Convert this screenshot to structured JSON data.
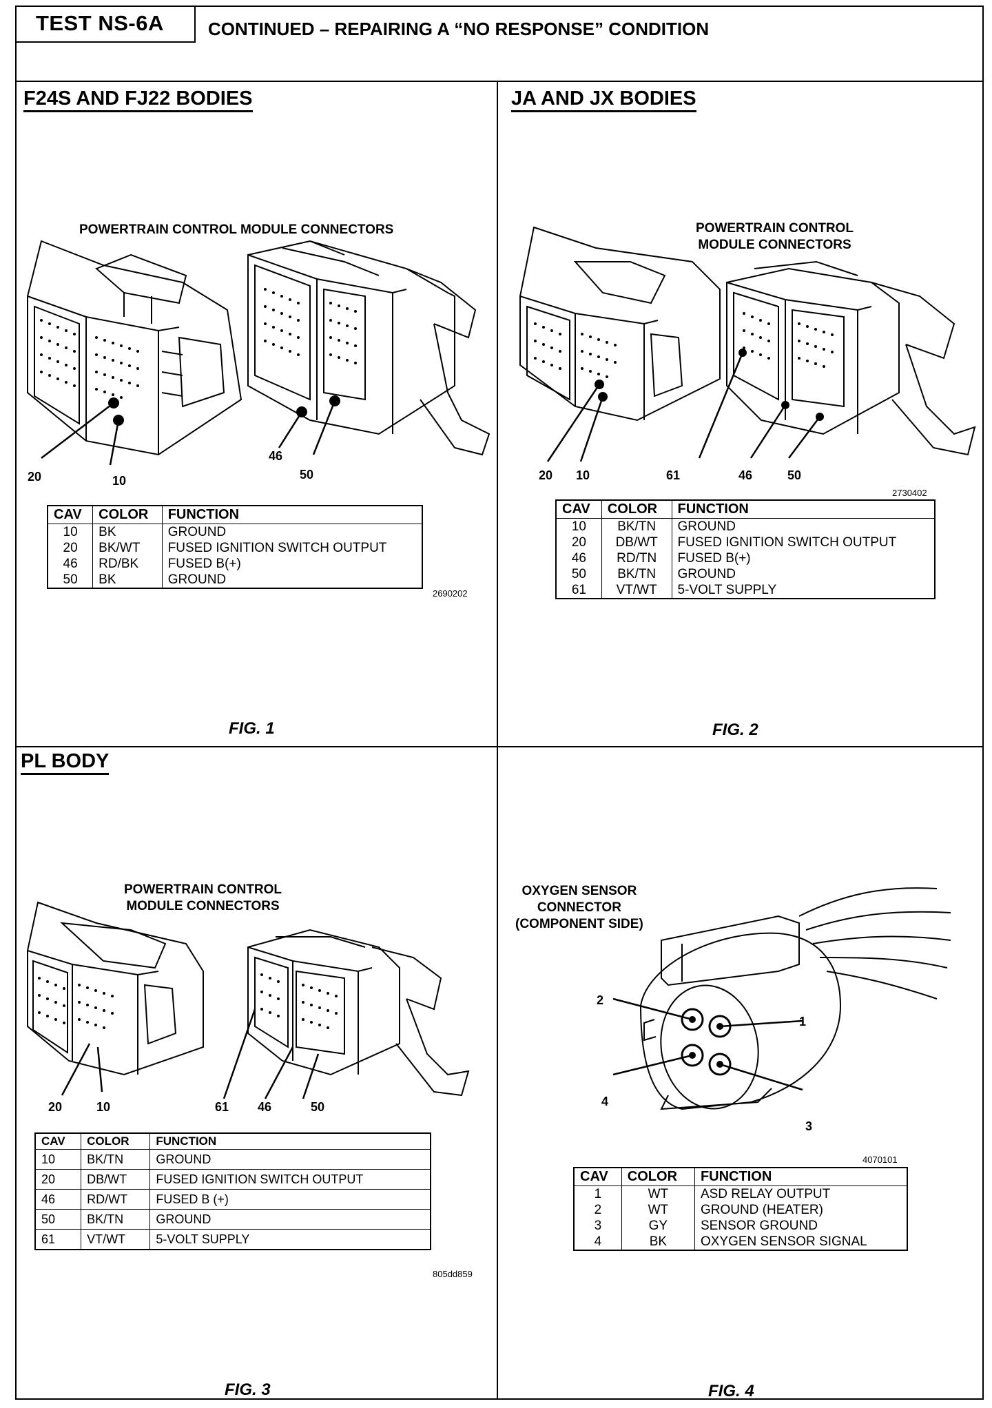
{
  "header": {
    "test_id": "TEST NS-6A",
    "title": "CONTINUED – REPAIRING A “NO RESPONSE” CONDITION"
  },
  "panels": [
    {
      "title": "F24S AND FJ22 BODIES",
      "drawing_label": "POWERTRAIN CONTROL MODULE CONNECTORS",
      "callouts": [
        "20",
        "10",
        "46",
        "50"
      ],
      "drawing_code": "2690202",
      "figure": "FIG. 1",
      "table": {
        "headers": [
          "CAV",
          "COLOR",
          "FUNCTION"
        ],
        "rows": [
          [
            "10",
            "BK",
            "GROUND"
          ],
          [
            "20",
            "BK/WT",
            "FUSED IGNITION SWITCH OUTPUT"
          ],
          [
            "46",
            "RD/BK",
            "FUSED B(+)"
          ],
          [
            "50",
            "BK",
            "GROUND"
          ]
        ]
      }
    },
    {
      "title": "JA AND JX BODIES",
      "drawing_label_line1": "POWERTRAIN CONTROL",
      "drawing_label_line2": "MODULE CONNECTORS",
      "callouts": [
        "20",
        "10",
        "61",
        "46",
        "50"
      ],
      "drawing_code": "2730402",
      "figure": "FIG. 2",
      "table": {
        "headers": [
          "CAV",
          "COLOR",
          "FUNCTION"
        ],
        "rows": [
          [
            "10",
            "BK/TN",
            "GROUND"
          ],
          [
            "20",
            "DB/WT",
            "FUSED IGNITION SWITCH OUTPUT"
          ],
          [
            "46",
            "RD/TN",
            "FUSED B(+)"
          ],
          [
            "50",
            "BK/TN",
            "GROUND"
          ],
          [
            "61",
            "VT/WT",
            "5-VOLT SUPPLY"
          ]
        ]
      }
    },
    {
      "title": "PL BODY",
      "drawing_label_line1": "POWERTRAIN CONTROL",
      "drawing_label_line2": "MODULE CONNECTORS",
      "callouts": [
        "20",
        "10",
        "61",
        "46",
        "50"
      ],
      "drawing_code": "805dd859",
      "figure": "FIG. 3",
      "table": {
        "headers": [
          "CAV",
          "COLOR",
          "FUNCTION"
        ],
        "rows": [
          [
            "10",
            "BK/TN",
            "GROUND"
          ],
          [
            "20",
            "DB/WT",
            "FUSED IGNITION SWITCH OUTPUT"
          ],
          [
            "46",
            "RD/WT",
            "FUSED B (+)"
          ],
          [
            "50",
            "BK/TN",
            "GROUND"
          ],
          [
            "61",
            "VT/WT",
            "5-VOLT SUPPLY"
          ]
        ]
      }
    },
    {
      "title": "",
      "drawing_label_line1": "OXYGEN SENSOR",
      "drawing_label_line2": "CONNECTOR",
      "drawing_label_line3": "(COMPONENT SIDE)",
      "callouts": [
        "2",
        "1",
        "4",
        "3"
      ],
      "drawing_code": "4070101",
      "figure": "FIG. 4",
      "table": {
        "headers": [
          "CAV",
          "COLOR",
          "FUNCTION"
        ],
        "rows": [
          [
            "1",
            "WT",
            "ASD RELAY OUTPUT"
          ],
          [
            "2",
            "WT",
            "GROUND (HEATER)"
          ],
          [
            "3",
            "GY",
            "SENSOR GROUND"
          ],
          [
            "4",
            "BK",
            "OXYGEN SENSOR SIGNAL"
          ]
        ]
      }
    }
  ]
}
